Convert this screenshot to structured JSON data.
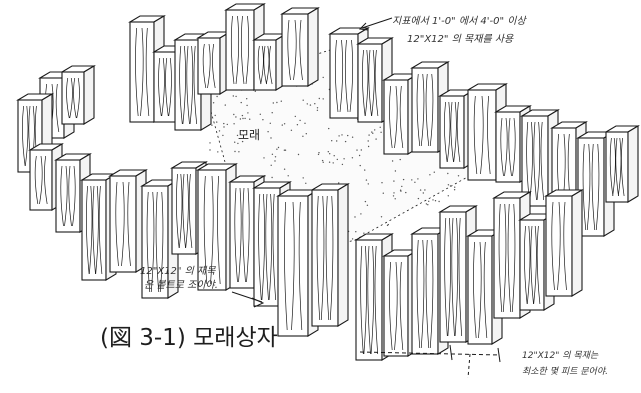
{
  "figure": {
    "caption": "(図 3-1) 모래상자",
    "sand_label": "모래",
    "annotations": {
      "top_line1": "지표에서 1'-0\" 에서 4'-0\" 이상",
      "top_line2": "12\"X12\" 의 목재를 사용",
      "left_line1": "12\"X12\" 의 재목",
      "left_line2": "은 봍트로 조이야.",
      "bottom_right_line1": "12\"X12\" 의 목재는",
      "bottom_right_line2": "최소한 몇 피트 문어야."
    },
    "colors": {
      "ink": "#1a1a1a",
      "paper": "#ffffff",
      "sand_dots": "#555555"
    }
  }
}
